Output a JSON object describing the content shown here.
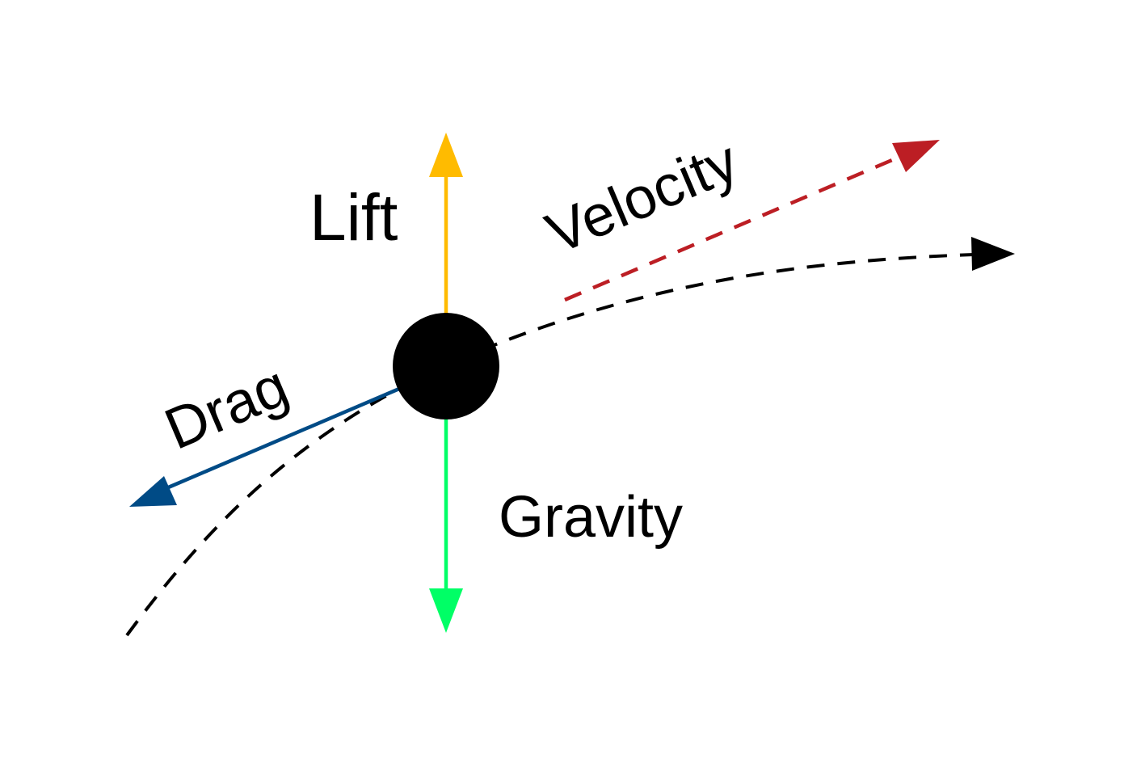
{
  "diagram": {
    "labels": {
      "lift": "Lift",
      "velocity": "Velocity",
      "drag": "Drag",
      "gravity": "Gravity"
    },
    "colors": {
      "lift": "#FFBB00",
      "velocity": "#BC1E24",
      "drag": "#004B86",
      "gravity": "#00FF66",
      "trajectory": "#000000",
      "body": "#000000",
      "text": "#000000",
      "background": "#FFFFFF"
    }
  }
}
